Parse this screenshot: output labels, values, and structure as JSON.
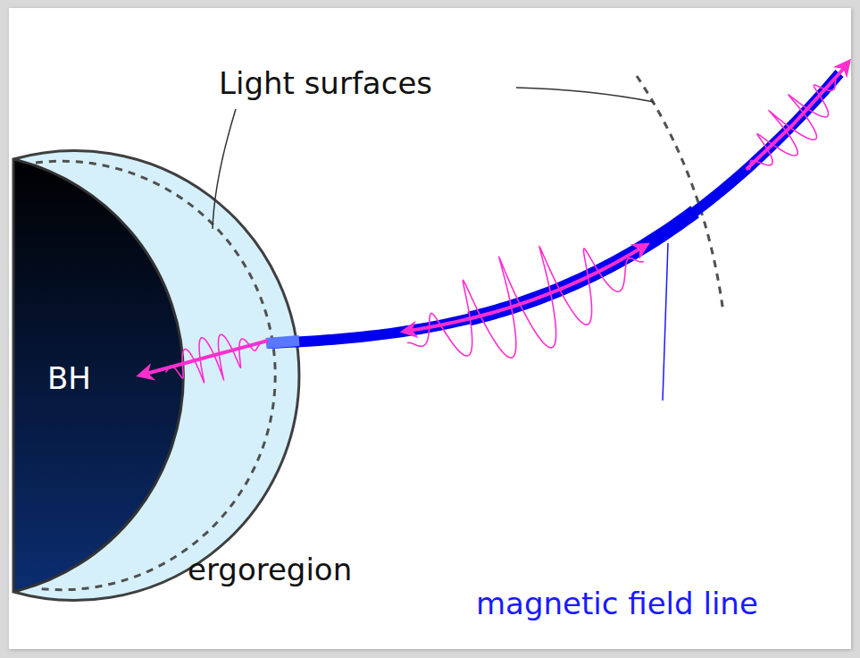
{
  "diagram": {
    "nodes": [
      {
        "text": [
          "BH"
        ]
      }
    ],
    "labels": [
      "Light surfaces",
      "magnetic field line",
      "ergoregion"
    ]
  }
}
